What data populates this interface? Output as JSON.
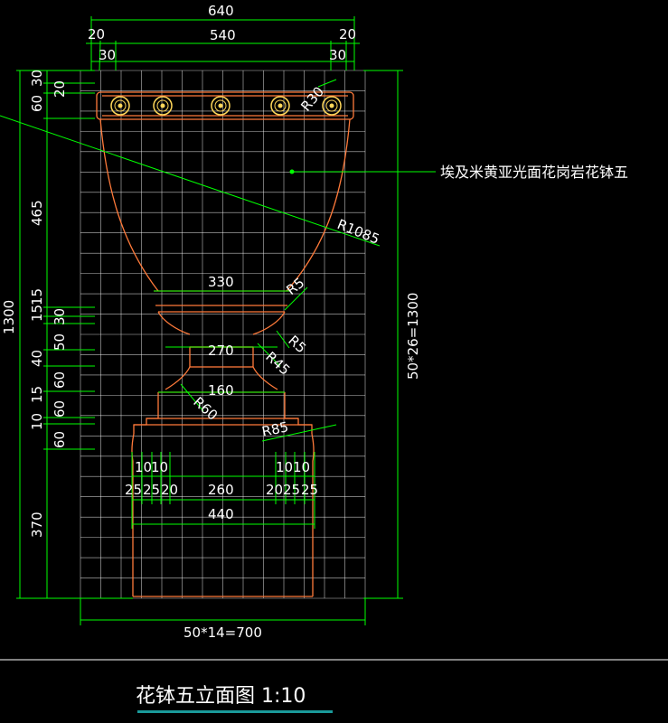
{
  "drawing": {
    "title": "花钵五立面图 1:10",
    "material_note": "埃及米黄亚光面花岗岩花钵五",
    "colors": {
      "background": "#000000",
      "grid": "#ffffff",
      "dimension": "#00ff00",
      "outline": "#ff7a3a",
      "text": "#ffffff",
      "title_underline": "#1a9a9a",
      "rosette": "#ffd75a"
    },
    "top_dims": {
      "overall": "640",
      "inner": "540",
      "left_20": "20",
      "right_20": "20",
      "left_30": "30",
      "right_30": "30"
    },
    "left_dims": {
      "total": "1300",
      "d30": "30",
      "d20": "20",
      "d60a": "60",
      "d465": "465",
      "d15a": "15",
      "d15b": "15",
      "d30b": "30",
      "d50": "50",
      "d40": "40",
      "d60b": "60",
      "d15c": "15",
      "d60c": "60",
      "d10": "10",
      "d60d": "60",
      "d370": "370"
    },
    "right_dim": "50*26=1300",
    "bottom_dim": "50*14=700",
    "inner_widths": {
      "w330": "330",
      "w270": "270",
      "w160": "160"
    },
    "base_dims": {
      "a10": "10",
      "b10": "10",
      "c10": "10",
      "d10": "10",
      "w25a": "25",
      "w25b": "25",
      "w20a": "20",
      "w260": "260",
      "w20b": "20",
      "w25c": "25",
      "w25d": "25",
      "w440": "440"
    },
    "radii": {
      "r30": "R30",
      "r1085": "R1085",
      "r5a": "R5",
      "r5b": "R5",
      "r45": "R45",
      "r60": "R60",
      "r85": "R85"
    }
  }
}
